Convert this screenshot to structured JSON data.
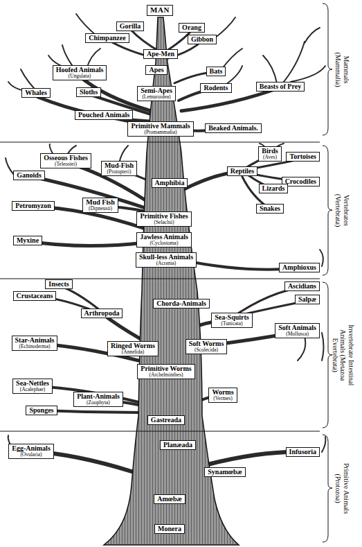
{
  "diagram": {
    "nodes": [
      {
        "text": [
          "MAN"
        ]
      },
      {
        "text": [
          "Gorilla"
        ]
      },
      {
        "text": [
          "Orang"
        ]
      },
      {
        "text": [
          "Chimpanzee"
        ]
      },
      {
        "text": [
          "Gibbon"
        ]
      },
      {
        "text": [
          "Ape-Men"
        ]
      },
      {
        "text": [
          "Apes"
        ]
      },
      {
        "text": [
          "Hoofed Animals",
          "(Ungulata)"
        ]
      },
      {
        "text": [
          "Bats"
        ]
      },
      {
        "text": [
          "Rodents"
        ]
      },
      {
        "text": [
          "Beasts of Prey"
        ]
      },
      {
        "text": [
          "Whales"
        ]
      },
      {
        "text": [
          "Sloths"
        ]
      },
      {
        "text": [
          "Semi-Apes",
          "(Lemuroidea)"
        ]
      },
      {
        "text": [
          "Pouched Animals"
        ]
      },
      {
        "text": [
          "Primitive Mammals",
          "(Promammalia)"
        ]
      },
      {
        "text": [
          "Beaked Animals."
        ]
      },
      {
        "text": [
          "Osseous Fishes",
          "(Teleostei)"
        ]
      },
      {
        "text": [
          "Mud-Fish",
          "(Protopteri)"
        ]
      },
      {
        "text": [
          "Birds",
          "(Aves)"
        ]
      },
      {
        "text": [
          "Tortoises"
        ]
      },
      {
        "text": [
          "Ganoids"
        ]
      },
      {
        "text": [
          "Amphibia"
        ]
      },
      {
        "text": [
          "Reptiles"
        ]
      },
      {
        "text": [
          "Crocodiles"
        ]
      },
      {
        "text": [
          "Lizards"
        ]
      },
      {
        "text": [
          "Mud Fish",
          "(Dipneusti)"
        ]
      },
      {
        "text": [
          "Petromyzon"
        ]
      },
      {
        "text": [
          "Snakes"
        ]
      },
      {
        "text": [
          "Primitive Fishes",
          "(Selachii)"
        ]
      },
      {
        "text": [
          "Myxine"
        ]
      },
      {
        "text": [
          "Jawless Animals",
          "(Cyclostoma)"
        ]
      },
      {
        "text": [
          "Skull-less Animals",
          "(Acrania)"
        ]
      },
      {
        "text": [
          "Amphioxus"
        ]
      },
      {
        "text": [
          "Insects"
        ]
      },
      {
        "text": [
          "Ascidians"
        ]
      },
      {
        "text": [
          "Crustaceans"
        ]
      },
      {
        "text": [
          "Salpæ"
        ]
      },
      {
        "text": [
          "Chorda-Animals"
        ]
      },
      {
        "text": [
          "Arthropoda"
        ]
      },
      {
        "text": [
          "Sea-Squirts",
          "(Tunicata)"
        ]
      },
      {
        "text": [
          "Soft Animals",
          "(Mollusca)"
        ]
      },
      {
        "text": [
          "Star-Animals",
          "(Echinoderma)"
        ]
      },
      {
        "text": [
          "Ringed Worms",
          "(Annelida)"
        ]
      },
      {
        "text": [
          "Soft Worms",
          "(Scolecida)"
        ]
      },
      {
        "text": [
          "Primitive Worms",
          "(Archelminthes)"
        ]
      },
      {
        "text": [
          "Sea-Nettles",
          "(Acalephae)"
        ]
      },
      {
        "text": [
          "Plant-Animals",
          "(Zoophyta)"
        ]
      },
      {
        "text": [
          "Worms",
          "(Vermes)"
        ]
      },
      {
        "text": [
          "Sponges"
        ]
      },
      {
        "text": [
          "Gastreada"
        ]
      },
      {
        "text": [
          "Egg-Animals",
          "(Ovularia)"
        ]
      },
      {
        "text": [
          "Planæada"
        ]
      },
      {
        "text": [
          "Infusoria"
        ]
      },
      {
        "text": [
          "Synamœbæ"
        ]
      },
      {
        "text": [
          "Amœbæ"
        ]
      },
      {
        "text": [
          "Monera"
        ]
      }
    ],
    "labels": [
      "Mammals (Mammalia)",
      "Vertebrates (Vertebrata)",
      "Invertebrate Intestinal Animals (Metazoa Evertebrata)",
      "Primitive Animals (Protozoa)"
    ]
  }
}
